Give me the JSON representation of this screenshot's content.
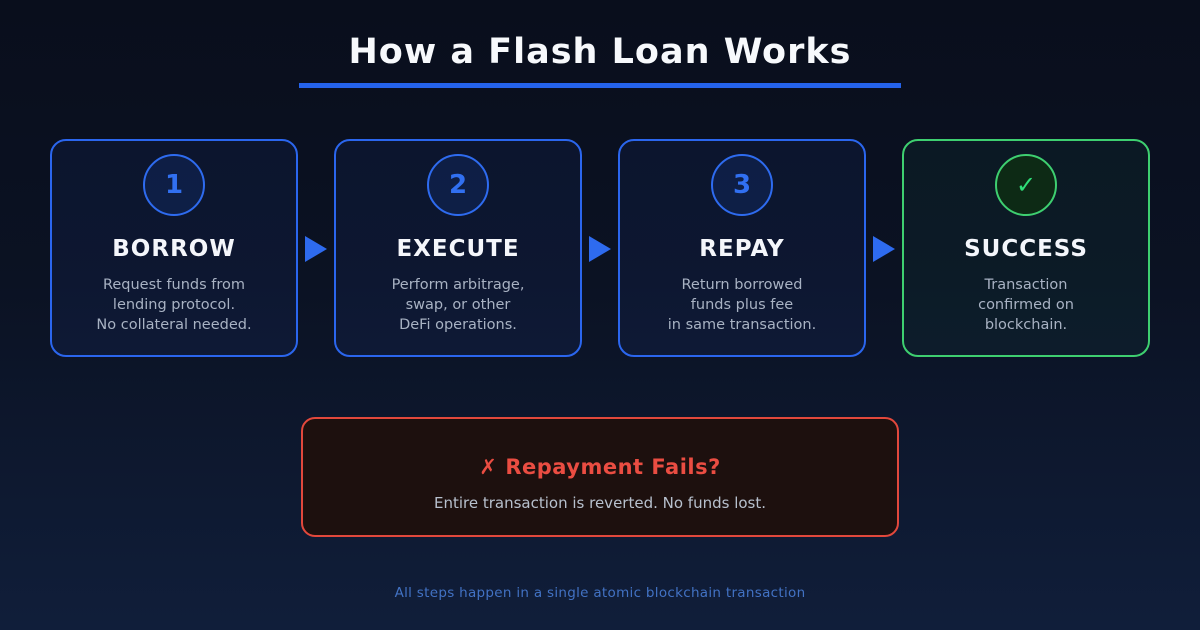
{
  "header": {
    "title": "How a Flash Loan Works"
  },
  "steps": [
    {
      "badge": "1",
      "title": "BORROW",
      "body": "Request funds from\nlending protocol.\nNo collateral needed."
    },
    {
      "badge": "2",
      "title": "EXECUTE",
      "body": "Perform arbitrage,\nswap, or other\nDeFi operations."
    },
    {
      "badge": "3",
      "title": "REPAY",
      "body": "Return borrowed\nfunds plus fee\nin same transaction."
    },
    {
      "badge": "✓",
      "title": "SUCCESS",
      "body": "Transaction\nconfirmed on\nblockchain."
    }
  ],
  "failure": {
    "icon": "✗",
    "title": "Repayment Fails?",
    "subtitle": "Entire transaction is reverted. No funds lost."
  },
  "footer": {
    "note": "All steps happen in a single atomic blockchain transaction"
  },
  "colors": {
    "background_top": "#090e1c",
    "background_bottom": "#101e3a",
    "accent_blue": "#2b66ee",
    "underline_blue": "#2563eb",
    "number_blue": "#3170f1",
    "success_green": "#3ecf70",
    "check_green": "#2ede78",
    "error_red": "#e2483c",
    "error_text_red": "#ea4d42",
    "title_white": "#f7f9fc",
    "body_gray": "#a8b2c3",
    "subtitle_gray": "#b7c0cd",
    "footer_blue": "#4272c4"
  }
}
